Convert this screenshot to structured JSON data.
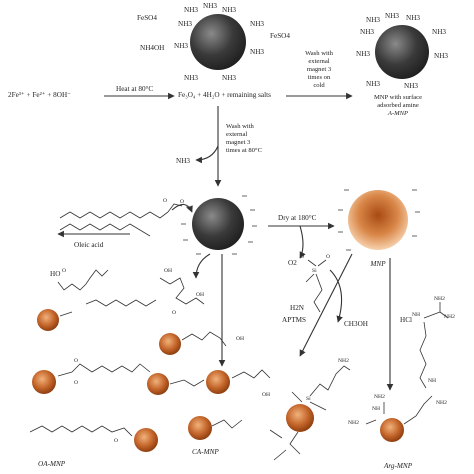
{
  "colors": {
    "magnetite_dark": "#2b2b2b",
    "magnetite_light": "#8a8a8a",
    "copper_core": "#b5541d",
    "copper_light": "#f7c59a",
    "ink": "#222222"
  },
  "top_particle": {
    "amines": [
      "NH3",
      "NH3",
      "NH3",
      "NH3",
      "NH3",
      "NH3",
      "NH3",
      "NH3",
      "NH3"
    ],
    "salt_a": "FeSO4",
    "salt_b": "FeSO4",
    "hydroxide": "NH4OH"
  },
  "reaction": {
    "reactants": "2Fe³⁺ + Fe²⁺ + 8OH⁻",
    "condition": "Heat at 80°C",
    "products": "Fe₃O₄ + 4H₂O + remaining salts"
  },
  "cold_wash": {
    "lines": [
      "Wash with",
      "external",
      "magnet 3",
      "times on",
      "cold"
    ]
  },
  "amine_mnp": {
    "amines": [
      "NH3",
      "NH3",
      "NH3",
      "NH3",
      "NH3",
      "NH3",
      "NH3",
      "NH3",
      "NH3"
    ],
    "caption_lines": [
      "MNP with surface",
      "adsorbed amine"
    ],
    "label": "A-MNP"
  },
  "hot_wash": {
    "lines": [
      "Wash with",
      "external",
      "magnet 3",
      "times at 80°C"
    ],
    "released": "NH3"
  },
  "center_particle": {
    "oleic_label": "Oleic acid"
  },
  "dry": {
    "condition": "Dry at 180°C",
    "o2": "O2",
    "mnp_label": "MNP"
  },
  "oleic_product": {
    "group": "HO",
    "label": "OA-MNP"
  },
  "citric_product": {
    "label": "CA-MNP"
  },
  "silane_product": {
    "reagent": "APTMS",
    "amine": "H2N",
    "amine_top": "NH2",
    "byproduct": "CH3OH",
    "silicon": "Si"
  },
  "arginine_product": {
    "acid": "HCl",
    "groups": [
      "NH2",
      "NH",
      "NH2",
      "NH",
      "NH2",
      "NH2",
      "NH",
      "NH2"
    ],
    "label": "Arg-MNP"
  }
}
